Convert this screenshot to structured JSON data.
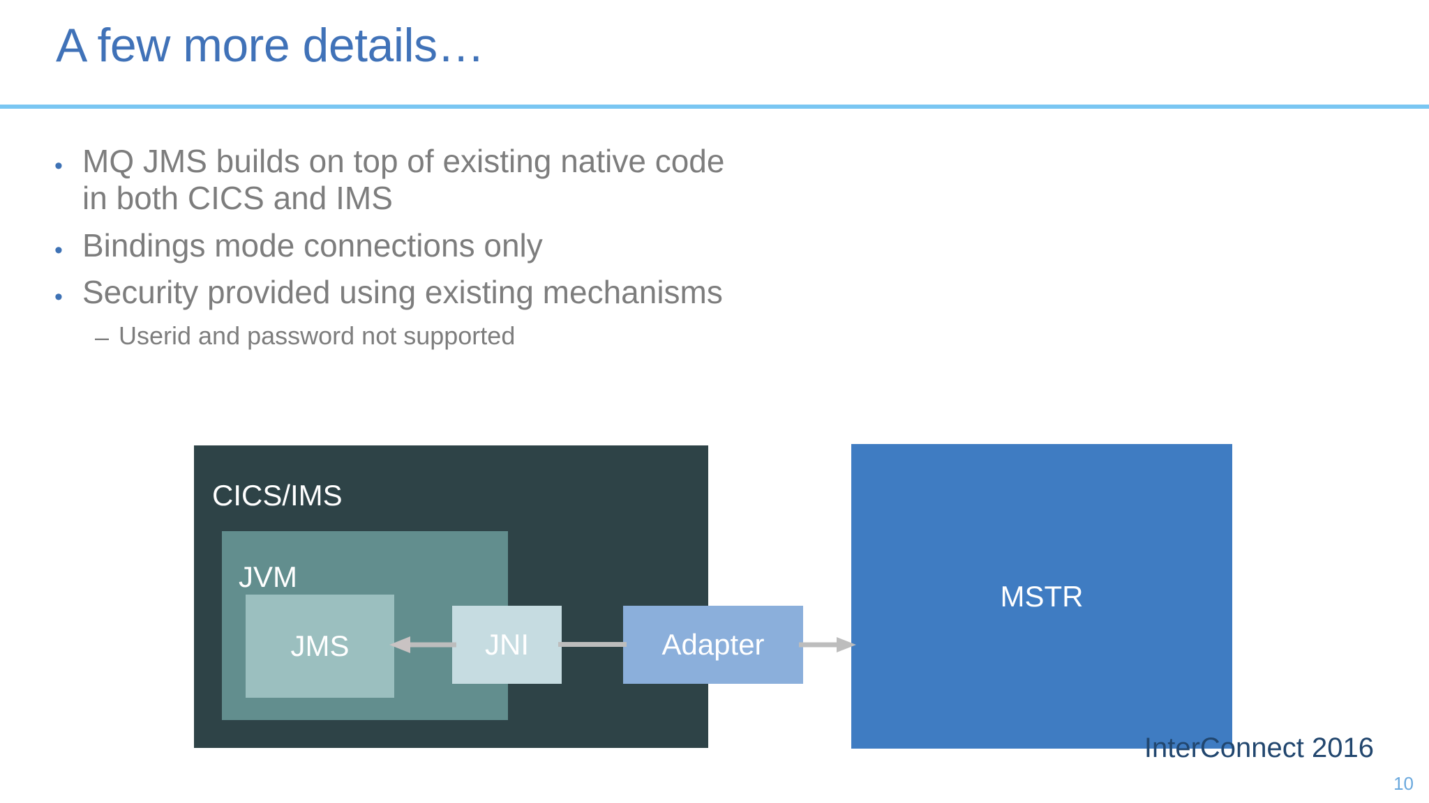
{
  "slide": {
    "title": "A few more details…",
    "accent_rule_color": "#79c6f2",
    "title_color": "#4072b8",
    "body_text_color": "#7d7d7d",
    "bullet_marker_color": "#3e72b5"
  },
  "body": {
    "bullets": [
      {
        "level": 1,
        "marker": "•",
        "text": "MQ JMS builds on top of existing native code\nin both CICS and IMS"
      },
      {
        "level": 1,
        "marker": "•",
        "text": "Bindings mode connections only"
      },
      {
        "level": 1,
        "marker": "•",
        "text": "Security provided using existing mechanisms"
      },
      {
        "level": 2,
        "marker": "–",
        "text": "Userid and password not supported"
      }
    ]
  },
  "diagram": {
    "cicsims": {
      "label": "CICS/IMS",
      "color": "#2e4347"
    },
    "jvm": {
      "label": "JVM",
      "color": "#628e8e"
    },
    "jms": {
      "label": "JMS",
      "color": "#9bbfbf"
    },
    "jni": {
      "label": "JNI",
      "color": "#c6dce1"
    },
    "adapter": {
      "label": "Adapter",
      "color": "#8bafdb"
    },
    "mstr": {
      "label": "MSTR",
      "color": "#3f7cc2"
    },
    "connector_color": "#bdbdbd"
  },
  "footer": {
    "brand": "InterConnect 2016",
    "brand_color": "#21466e",
    "slide_number": "10",
    "slide_number_color": "#6aa8dd"
  }
}
